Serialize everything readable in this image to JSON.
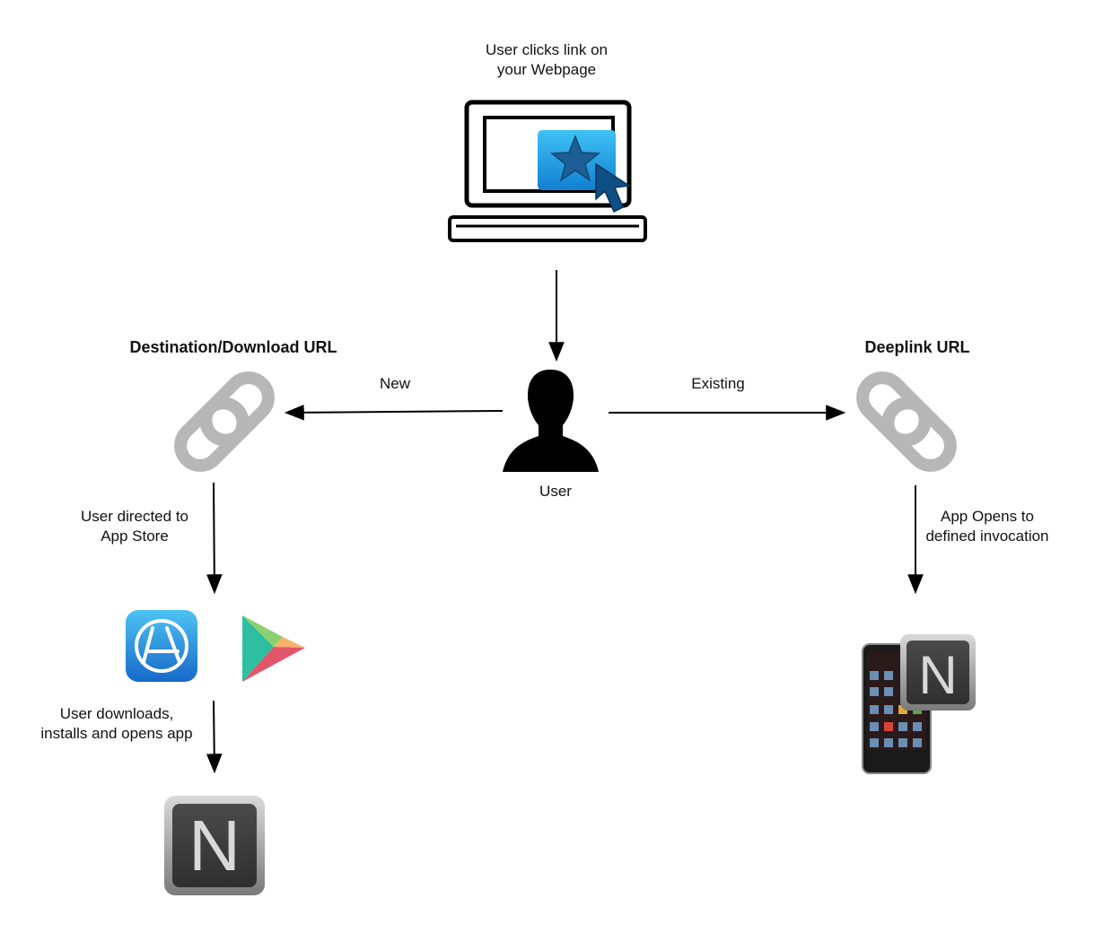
{
  "labels": {
    "webpage": [
      "User clicks link on",
      "your Webpage"
    ],
    "destination": "Destination/Download URL",
    "deeplink": "Deeplink URL",
    "new": "New",
    "existing": "Existing",
    "user": "User",
    "directed": [
      "User directed to",
      "App Store"
    ],
    "opens": [
      "App Opens to",
      "defined invocation"
    ],
    "downloads": [
      "User downloads,",
      "installs and opens app"
    ],
    "app_letter": "N"
  },
  "icons": [
    "laptop-icon",
    "star-icon",
    "cursor-icon",
    "user-silhouette-icon",
    "link-icon",
    "app-store-icon",
    "play-store-icon",
    "app-n-icon",
    "phone-icon"
  ],
  "colors": {
    "star_blue": "#1e9ce6",
    "link_gray": "#b8b8b8",
    "app_dark": "#3e3e3e",
    "play_green": "#2fbfa0",
    "play_red": "#e3556a",
    "play_yellow": "#f6b26b"
  }
}
